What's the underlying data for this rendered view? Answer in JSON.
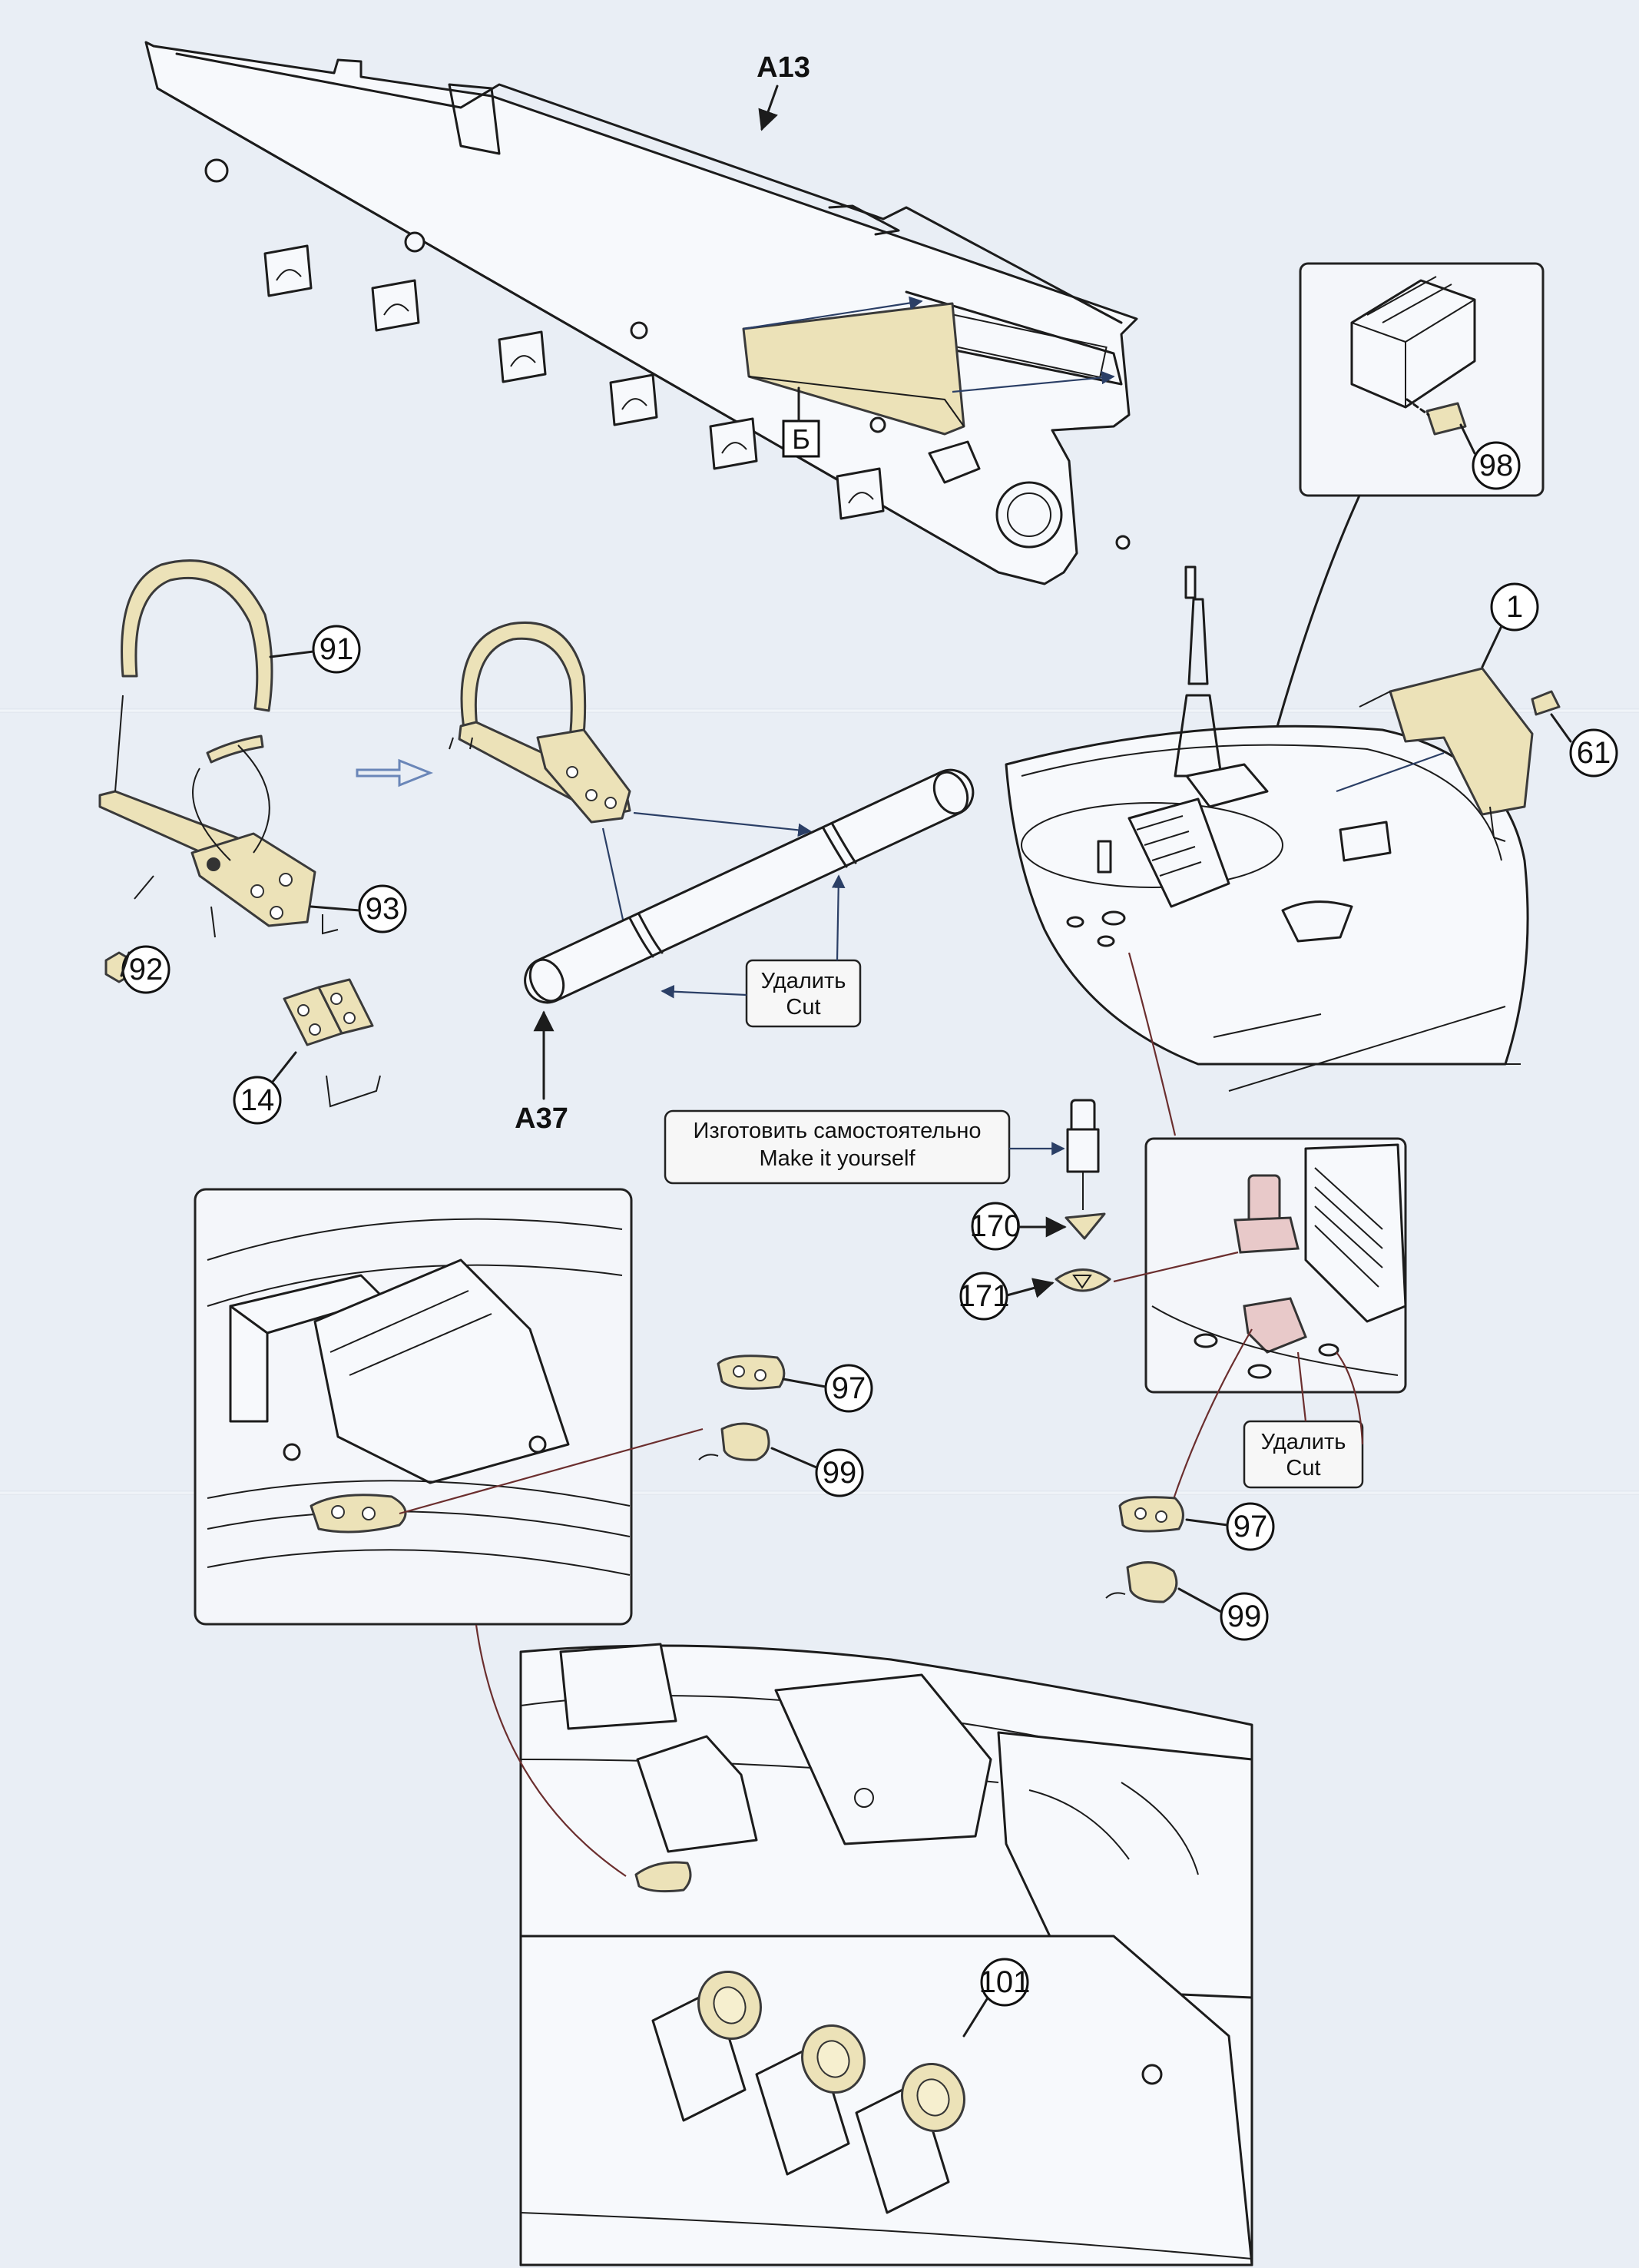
{
  "part_refs": {
    "a13": "A13",
    "b_mark": "Б",
    "a37": "A37"
  },
  "callouts": {
    "c98": "98",
    "c1": "1",
    "c61": "61",
    "c91": "91",
    "c92": "92",
    "c93": "93",
    "c14": "14",
    "c170": "170",
    "c171": "171",
    "c97a": "97",
    "c99a": "99",
    "c97b": "97",
    "c99b": "99",
    "c101": "101"
  },
  "notes": {
    "cut_1_ru": "Удалить",
    "cut_1_en": "Cut",
    "cut_2_ru": "Удалить",
    "cut_2_en": "Cut",
    "make_ru": "Изготовить самостоятельно",
    "make_en": "Make it yourself"
  },
  "colors": {
    "paper": "#e9eef5",
    "photo_etch": "#ece2b8",
    "lines": "#1c1c1c",
    "leader_blue": "#2b3f66",
    "leader_red": "#6b2e2e",
    "arrow_outline": "#6a86b8"
  }
}
